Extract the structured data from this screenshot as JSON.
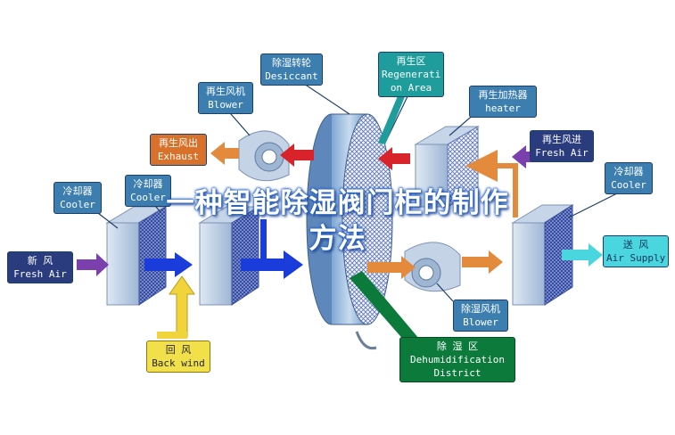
{
  "title_lines": [
    "一种智能除湿阀门柜的制作",
    "方法"
  ],
  "labels": {
    "desiccant": {
      "zh": "除湿转轮",
      "en": "Desiccant"
    },
    "regeneration": {
      "zh": "再生区",
      "en1": "Regenerati",
      "en2": "on Area"
    },
    "regen_blower": {
      "zh": "再生风机",
      "en": "Blower"
    },
    "regen_heater": {
      "zh": "再生加热器",
      "en": "heater"
    },
    "exhaust": {
      "zh": "再生风出",
      "en": "Exhaust"
    },
    "fresh_air_in": {
      "zh": "再生风进",
      "en": "Fresh Air"
    },
    "cooler_left": {
      "zh": "冷却器",
      "en": "Cooler"
    },
    "cooler_mid": {
      "zh": "冷却器",
      "en": "Cooler"
    },
    "cooler_right": {
      "zh": "冷却器",
      "en": "Cooler"
    },
    "fresh_air": {
      "zh": "新    风",
      "en": "Fresh Air"
    },
    "supply": {
      "zh": "送  风",
      "en": "Air Supply"
    },
    "back_wind": {
      "zh": "回    风",
      "en": "Back wind"
    },
    "dehum_blower": {
      "zh": "除湿风机",
      "en": "Blower"
    },
    "dehum_district": {
      "zh": "除    湿    区",
      "en1": "Dehumidification",
      "en2": "District"
    }
  },
  "colors": {
    "label_blue": "#3c7eb0",
    "label_navy": "#2a3b7e",
    "label_orange": "#d9712a",
    "label_cyan": "#49d6df",
    "label_yellow": "#f2e04a",
    "label_green": "#0b7a3b",
    "title_text": "#ffffff",
    "title_glow": "#2d66c7"
  }
}
